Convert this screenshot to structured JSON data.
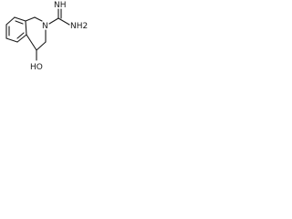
{
  "molecule": {
    "atom_labels": {
      "imine": "NH",
      "ring_nitrogen": "N",
      "amine": "NH2",
      "hydroxyl": "HO"
    },
    "colors": {
      "bond": "#1a1a1a",
      "background": "#ffffff"
    }
  }
}
